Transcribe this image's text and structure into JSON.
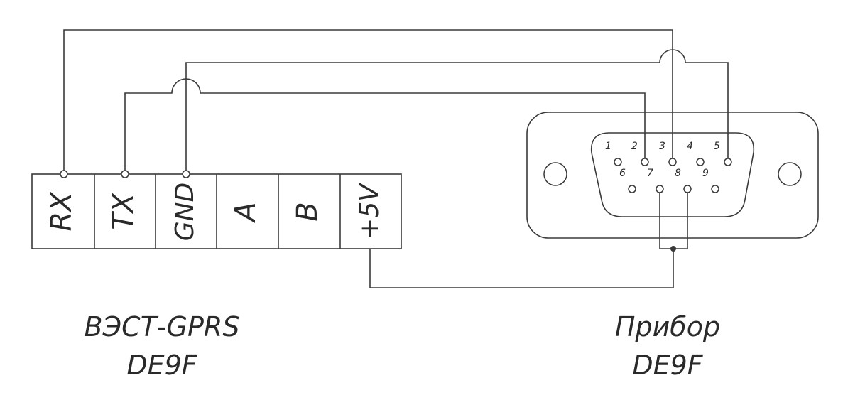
{
  "terminal_block": {
    "labels": [
      "RX",
      "TX",
      "GND",
      "A",
      "B",
      "+5V"
    ]
  },
  "connector": {
    "pin_numbers": [
      "1",
      "2",
      "3",
      "4",
      "5",
      "6",
      "7",
      "8",
      "9"
    ]
  },
  "captions": {
    "left_line1": "ВЭСТ-GPRS",
    "left_line2": "DE9F",
    "right_line1": "Прибор",
    "right_line2": "DE9F"
  },
  "colors": {
    "line": "#3a3a3a",
    "background": "#ffffff"
  }
}
